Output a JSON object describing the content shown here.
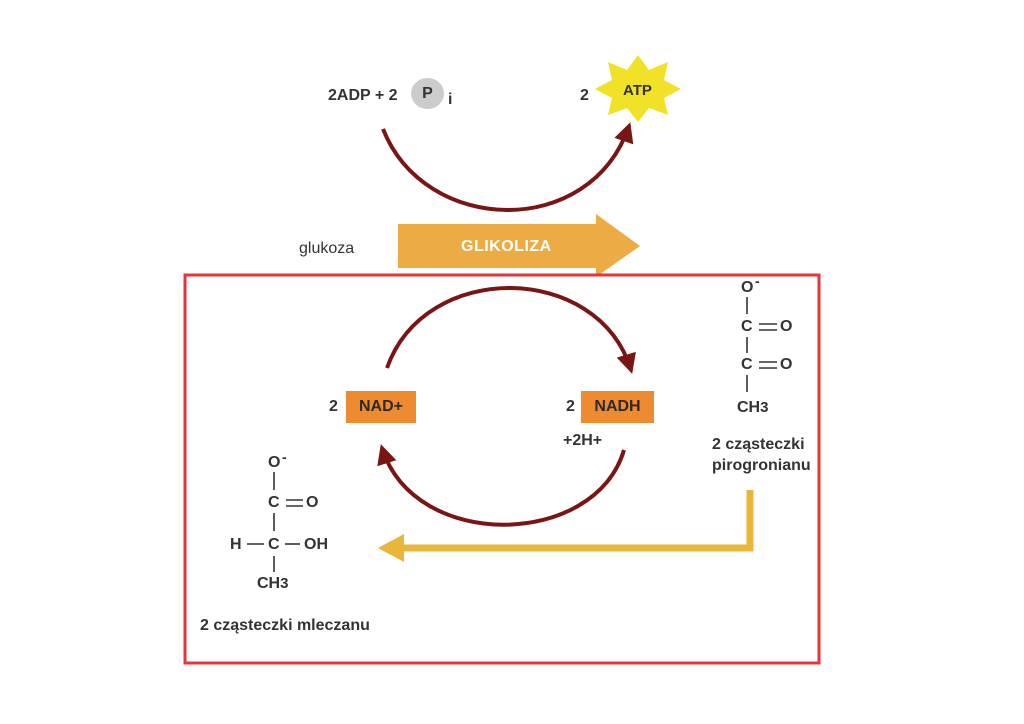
{
  "colors": {
    "dark_red": "#7a1515",
    "orange_arrow": "#ecab43",
    "gold_arrow": "#e8b73a",
    "nad_box": "#ee8a2f",
    "atp_star": "#f2e227",
    "frame": "#e8333b",
    "text": "#333333"
  },
  "top": {
    "adp_text": "2ADP + 2",
    "phosphate": "P",
    "phosphate_sub": "i",
    "atp_count": "2",
    "atp_label": "ATP"
  },
  "glycolysis": {
    "substrate": "glukoza",
    "label": "GLIKOLIZA"
  },
  "cycle": {
    "nad_count": "2",
    "nad_label": "NAD+",
    "nadh_count": "2",
    "nadh_label": "NADH",
    "protons": "+2H+"
  },
  "pyruvate": {
    "o_minus": "O",
    "minus": "-",
    "c1": "C",
    "o1": "O",
    "c2": "C",
    "o2": "O",
    "ch3": "CH",
    "ch3_sub": "3",
    "caption_line1": "2 cząsteczki",
    "caption_line2": "pirogronianu"
  },
  "lactate": {
    "o_minus": "O",
    "minus": "-",
    "c1": "C",
    "o1": "O",
    "h": "H",
    "c2": "C",
    "oh": "OH",
    "ch3": "CH",
    "ch3_sub": "3",
    "caption": "2 cząsteczki mleczanu"
  }
}
